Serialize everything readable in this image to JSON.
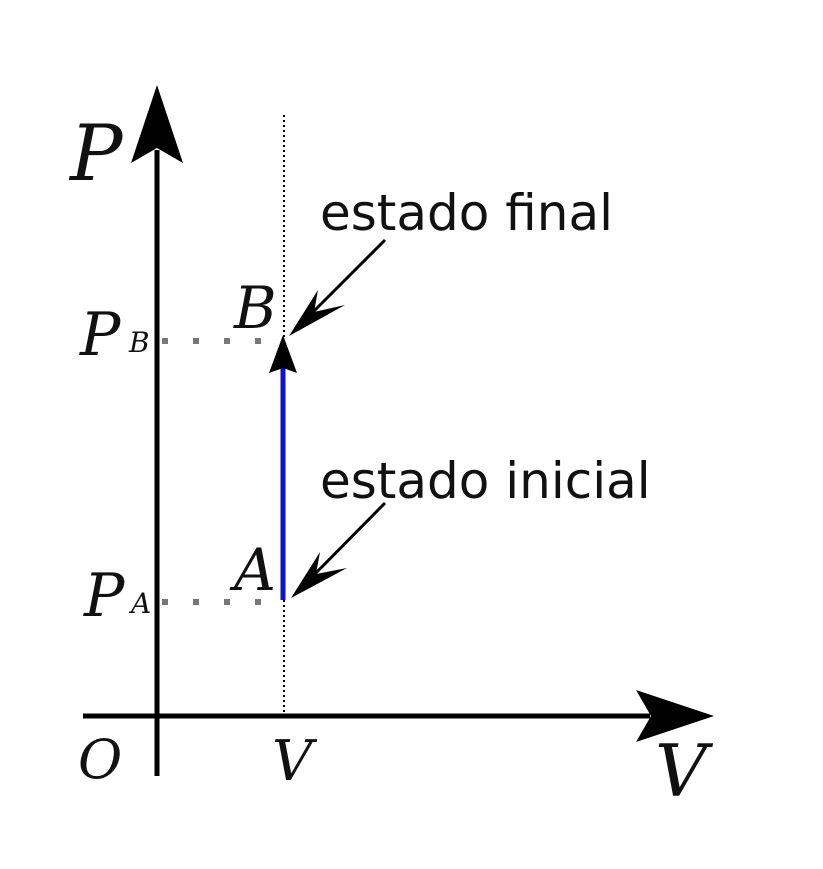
{
  "axes": {
    "y_label": "P",
    "x_label": "V",
    "origin": "O",
    "x_tick": "V"
  },
  "ticks": {
    "pb_main": "P",
    "pb_sub": "B",
    "pa_main": "P",
    "pa_sub": "A"
  },
  "points": {
    "a": "A",
    "b": "B"
  },
  "annotations": {
    "final": "estado final",
    "initial": "estado inicial"
  },
  "colors": {
    "process": "#1010d0",
    "axis": "#000000",
    "guide": "#777777"
  }
}
